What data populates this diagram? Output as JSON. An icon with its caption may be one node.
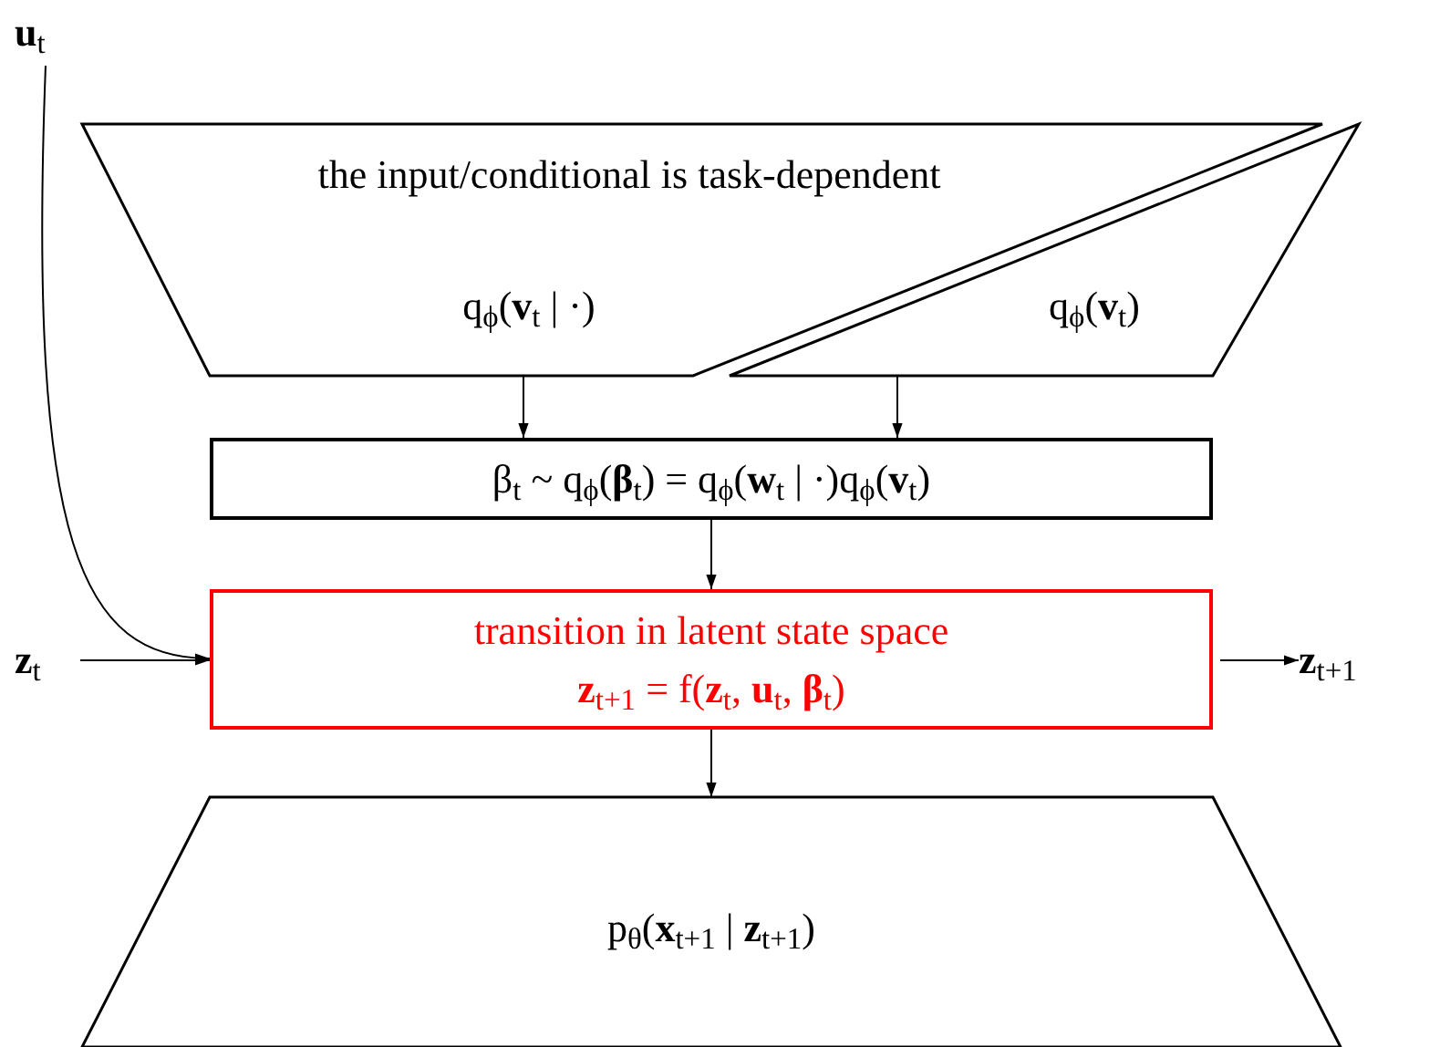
{
  "diagram": {
    "nodes": [
      {
        "text": [
          "**u**$_{t}$"
        ]
      },
      {
        "text": [
          "the input/conditional is task-dependent",
          "q$_{ϕ}$(**v**$_{t}$ | ·)"
        ]
      },
      {
        "text": [
          "q$_{ϕ}$(**v**$_{t}$)"
        ]
      },
      {
        "text": [
          "β$_{t}$ ~ q$_{ϕ}$(**β**$_{t}$) = q$_{ϕ}$(**w**$_{t}$ | ·)q$_{ϕ}$(**v**$_{t}$)"
        ]
      },
      {
        "text": [
          "**z**$_{t}$"
        ]
      },
      {
        "text": [
          "transition in latent state space",
          "**z**$_{t+1}$ = f(**z**$_{t}$, **u**$_{t}$, **β**$_{t}$)"
        ]
      },
      {
        "text": [
          "**z**$_{t+1}$"
        ]
      },
      {
        "text": [
          "p$_{θ}$(**x**$_{t+1}$ | **z**$_{t+1}$)"
        ]
      }
    ],
    "edges": [
      {
        "from": 1,
        "to": 3,
        "arrow": "to"
      },
      {
        "from": 2,
        "to": 3,
        "arrow": "to"
      },
      {
        "from": 3,
        "to": 5,
        "arrow": "to"
      },
      {
        "from": 0,
        "to": 5,
        "arrow": "to"
      },
      {
        "from": 4,
        "to": 5,
        "arrow": "to"
      },
      {
        "from": 5,
        "to": 6,
        "arrow": "to"
      },
      {
        "from": 5,
        "to": 7,
        "arrow": "to"
      }
    ]
  }
}
